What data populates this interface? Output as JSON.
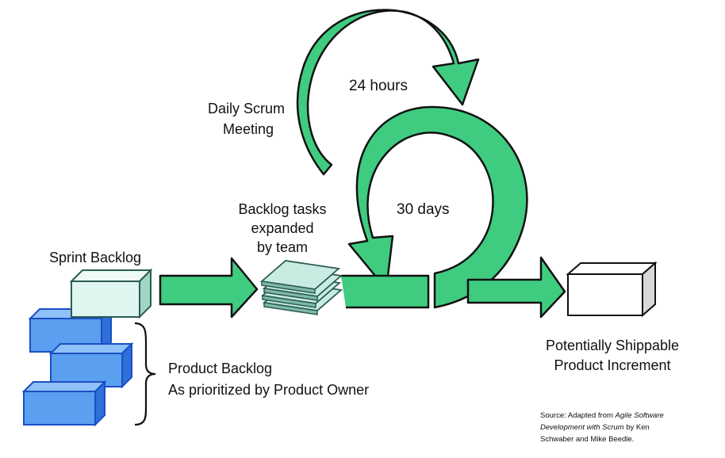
{
  "labels": {
    "twenty_four_hours": "24 hours",
    "daily_scrum_1": "Daily Scrum",
    "daily_scrum_2": "Meeting",
    "thirty_days": "30 days",
    "backlog_tasks_1": "Backlog tasks",
    "backlog_tasks_2": "expanded",
    "backlog_tasks_3": "by team",
    "sprint_backlog": "Sprint Backlog",
    "product_backlog_1": "Product Backlog",
    "product_backlog_2": "As prioritized by Product Owner",
    "shippable_1": "Potentially Shippable",
    "shippable_2": "Product Increment"
  },
  "source": {
    "line1_pre": "Source: Adapted from ",
    "line1_italic": "Agile Software",
    "line2_italic": "Development with Scrum",
    "line2_post": " by Ken",
    "line3": "Schwaber and Mike Beedle."
  },
  "colors": {
    "arrow_green": "#3fcc80",
    "outline": "#111111",
    "product_backlog_blue": "#5a9ff0",
    "product_backlog_stroke": "#1a4fc4",
    "sprint_backlog_fill": "#dff5ef",
    "task_fill": "#c9ece2"
  }
}
